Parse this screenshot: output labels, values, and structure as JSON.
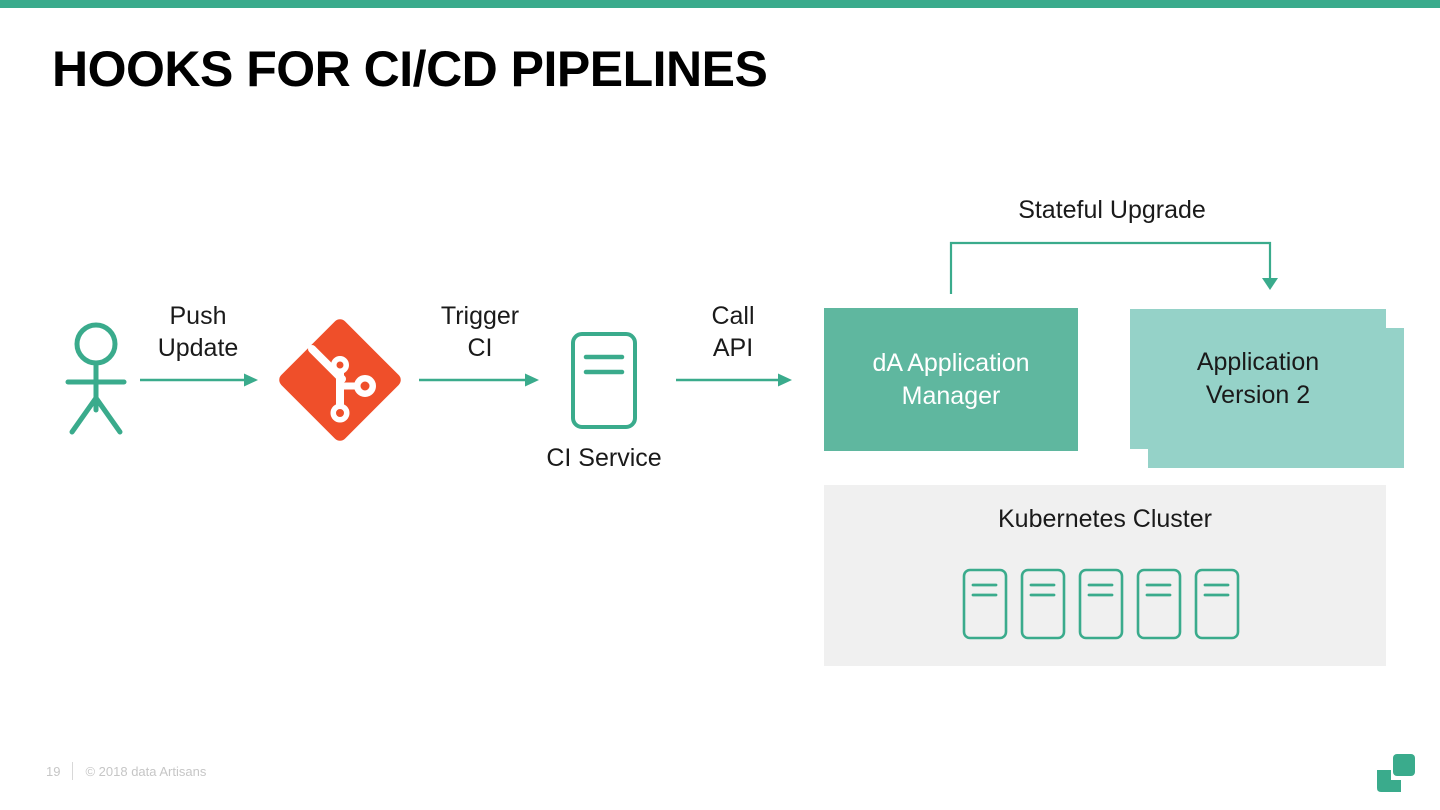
{
  "slide": {
    "title": "HOOKS FOR CI/CD PIPELINES",
    "accent_color": "#3aab8c",
    "background": "#ffffff"
  },
  "flow": {
    "actor": {
      "icon": "stick-figure-icon",
      "color": "#3aab8c"
    },
    "steps": [
      {
        "label": "Push\nUpdate"
      },
      {
        "label": "Trigger\nCI"
      },
      {
        "label": "Call\nAPI"
      }
    ],
    "git": {
      "icon": "git-logo-icon",
      "color": "#ef4f2a"
    },
    "ci_service": {
      "label": "CI Service",
      "icon": "server-icon",
      "color": "#3aab8c"
    },
    "arrow_color": "#3aab8c"
  },
  "upgrade": {
    "label": "Stateful Upgrade",
    "arrow_color": "#3aab8c"
  },
  "boxes": {
    "manager": {
      "label": "dA Application\nManager",
      "fill": "#5fb79f",
      "text_color": "#ffffff"
    },
    "app_version": {
      "label": "Application\nVersion 2",
      "fill": "#95d2c8",
      "text_color": "#1a1a1a"
    }
  },
  "cluster": {
    "title": "Kubernetes Cluster",
    "panel_fill": "#f0f0f0",
    "node_color": "#3aab8c",
    "node_count": 5
  },
  "footer": {
    "page_number": "19",
    "copyright": "© 2018 data Artisans",
    "logo": "data-artisans-logo",
    "logo_color": "#3aab8c"
  }
}
